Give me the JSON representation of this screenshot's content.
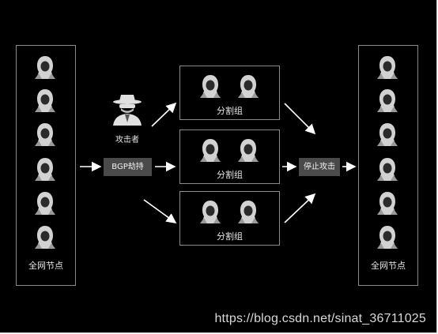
{
  "left_panel": {
    "label": "全网节点"
  },
  "right_panel": {
    "label": "全网节点"
  },
  "attacker": {
    "label": "攻击者",
    "icon": "attacker-spy-icon"
  },
  "bgp_box": {
    "label": "BGP劫持"
  },
  "groups": [
    {
      "label": "分割组"
    },
    {
      "label": "分割组"
    },
    {
      "label": "分割组"
    }
  ],
  "stop_box": {
    "label": "停止攻击"
  },
  "watermark": "https://blog.csdn.net/sinat_36711025",
  "colors": {
    "background": "#000000",
    "node": "#d2d2d2",
    "panel_border": "#8a8a8a",
    "box_fill": "#4a4a4a",
    "arrow": "#ffffff"
  }
}
